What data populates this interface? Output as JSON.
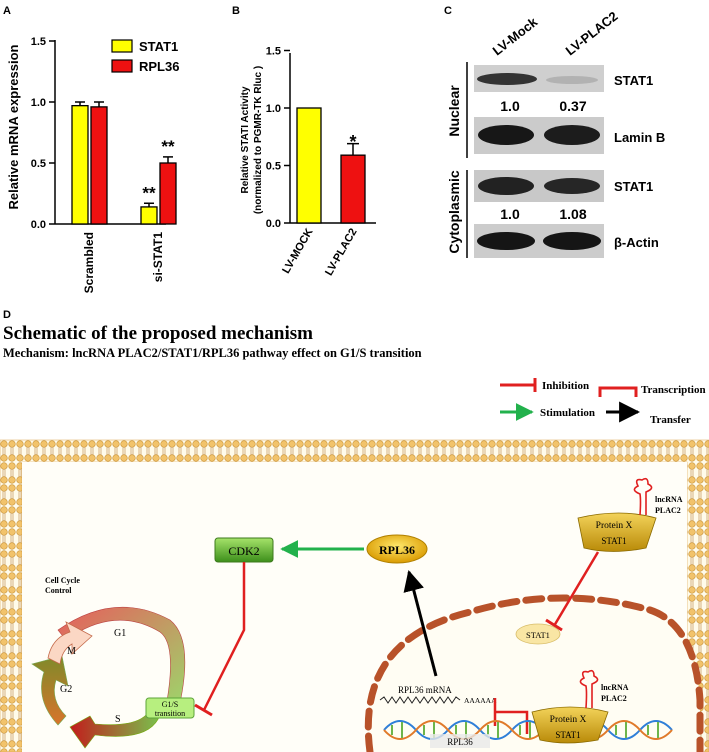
{
  "panel_a": {
    "letter": "A",
    "ylabel": "Relative mRNA expression",
    "ytick_labels": [
      "0.0",
      "0.5",
      "1.0",
      "1.5"
    ],
    "legend": [
      "STAT1",
      "RPL36"
    ],
    "colors": {
      "STAT1": "#ffff00",
      "RPL36": "#ee1111"
    },
    "significance": [
      "**",
      "**"
    ]
  },
  "panel_b": {
    "letter": "B",
    "ylabel_line1": "Relative STATI Activity",
    "ylabel_line2": "(normalized to PGMR-TK Rluc )",
    "ytick_labels": [
      "0.0",
      "0.5",
      "1.0",
      "1.5"
    ],
    "significance": "*",
    "colors": {
      "LV-MOCK": "#ffff00",
      "LV-PLAC2": "#ee1111"
    }
  },
  "panel_c": {
    "letter": "C",
    "lanes": [
      "LV-Mock",
      "LV-PLAC2"
    ],
    "nuclear_label": "Nuclear",
    "cytoplasmic_label": "Cytoplasmic",
    "rows": [
      {
        "label": "STAT1",
        "values": [
          "1.0",
          "0.37"
        ]
      },
      {
        "label": "Lamin B"
      },
      {
        "label": "STAT1",
        "values": [
          "1.0",
          "1.08"
        ]
      },
      {
        "label": "β-Actin"
      }
    ]
  },
  "panel_d": {
    "letter": "D",
    "title": "Schematic of the proposed mechanism",
    "subtitle": "Mechanism: lncRNA PLAC2/STAT1/RPL36 pathway effect on G1/S transition",
    "legend": {
      "inhibition": "Inhibition",
      "transcription": "Transcription",
      "stimulation": "Stimulation",
      "transfer": "Transfer"
    },
    "labels": {
      "cdk2": "CDK2",
      "rpl36": "RPL36",
      "cell_cycle_line1": "Cell Cycle",
      "cell_cycle_line2": "Control",
      "g1": "G1",
      "m": "M",
      "g2": "G2",
      "s": "S",
      "g1s_line1": "G1/S",
      "g1s_line2": "transition",
      "protein_x": "Protein X",
      "stat1": "STAT1",
      "lncrna": "lncRNA",
      "plac2": "PLAC2",
      "rpl36_mrna": "RPL36 mRNA",
      "polya": "AAAAAA",
      "rpl36_gene": "RPL36"
    }
  },
  "chart_data": [
    {
      "type": "bar",
      "categories": [
        "Scrambled",
        "si-STAT1"
      ],
      "series": [
        {
          "name": "STAT1",
          "values": [
            0.97,
            0.14
          ],
          "errors": [
            0.03,
            0.03
          ]
        },
        {
          "name": "RPL36",
          "values": [
            0.96,
            0.5
          ],
          "errors": [
            0.04,
            0.05
          ]
        }
      ],
      "ylabel": "Relative mRNA expression",
      "ylim": [
        0,
        1.5
      ],
      "yticks": [
        0.0,
        0.5,
        1.0,
        1.5
      ],
      "legend": "top-right"
    },
    {
      "type": "bar",
      "categories": [
        "LV-MOCK",
        "LV-PLAC2"
      ],
      "values": [
        1.0,
        0.59
      ],
      "errors": [
        0.0,
        0.1
      ],
      "ylabel": "Relative STATI Activity (normalized to PGMR-TK Rluc )",
      "ylim": [
        0,
        1.5
      ],
      "yticks": [
        0.0,
        0.5,
        1.0,
        1.5
      ]
    }
  ]
}
